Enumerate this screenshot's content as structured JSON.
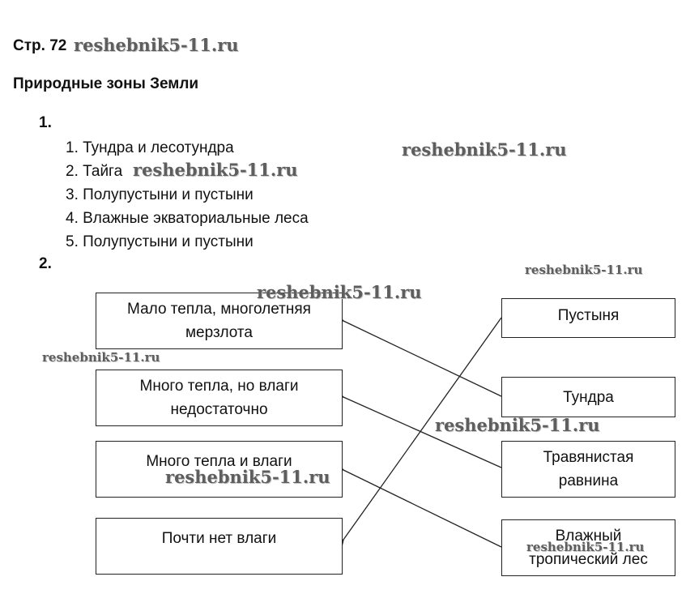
{
  "header": {
    "page_label": "Стр. 72",
    "section_title": "Природные зоны Земли"
  },
  "watermark": "reshebnik5-11.ru",
  "task1": {
    "number": "1.",
    "items": [
      "1. Тундра и лесотундра",
      "2. Тайга",
      "3. Полупустыни и пустыни",
      "4. Влажные экваториальные леса",
      "5. Полупустыни и пустыни"
    ]
  },
  "task2": {
    "number": "2.",
    "left_boxes": [
      [
        "Мало тепла, многолетняя",
        "мерзлота"
      ],
      [
        "Много тепла, но влаги",
        "недостаточно"
      ],
      [
        "Много тепла и влаги"
      ],
      [
        "Почти нет влаги"
      ]
    ],
    "right_boxes": [
      [
        "Пустыня"
      ],
      [
        "Тундра"
      ],
      [
        "Травянистая",
        "равнина"
      ],
      [
        "Влажный",
        "тропический лес"
      ]
    ],
    "connections": [
      {
        "from": "Пустыня",
        "to": "Почти нет влаги"
      },
      {
        "from": "Тундра",
        "to": "Мало тепла, многолетняя мерзлота"
      },
      {
        "from": "Травянистая равнина",
        "to": "Много тепла, но влаги недостаточно"
      },
      {
        "from": "Влажный тропический лес",
        "to": "Много тепла и влаги"
      }
    ]
  }
}
